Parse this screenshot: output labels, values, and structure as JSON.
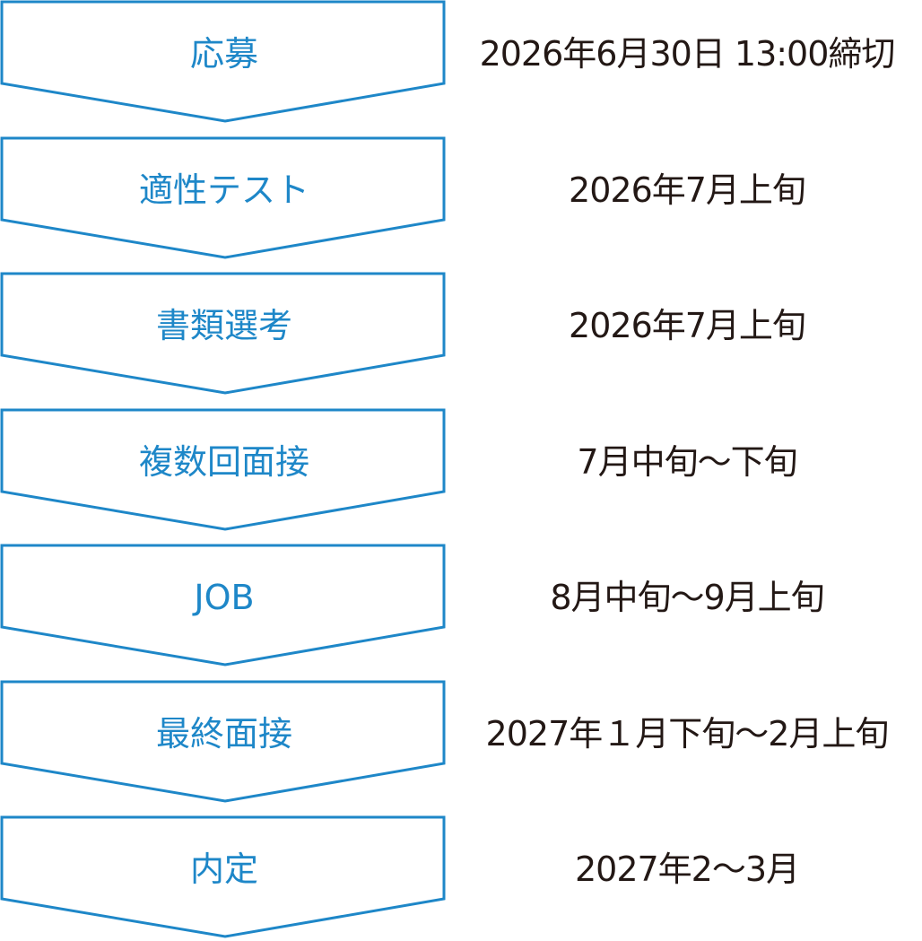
{
  "colors": {
    "accent": "#1e87c8",
    "text": "#231815",
    "background": "#ffffff"
  },
  "steps": [
    {
      "stage": "応募",
      "schedule": "2026年6月30日 13:00締切"
    },
    {
      "stage": "適性テスト",
      "schedule": "2026年7月上旬"
    },
    {
      "stage": "書類選考",
      "schedule": "2026年7月上旬"
    },
    {
      "stage": "複数回面接",
      "schedule": "7月中旬～下旬"
    },
    {
      "stage": "JOB",
      "schedule": "8月中旬～9月上旬"
    },
    {
      "stage": "最終面接",
      "schedule": "2027年１月下旬～2月上旬"
    },
    {
      "stage": "内定",
      "schedule": "2027年2～3月"
    }
  ]
}
